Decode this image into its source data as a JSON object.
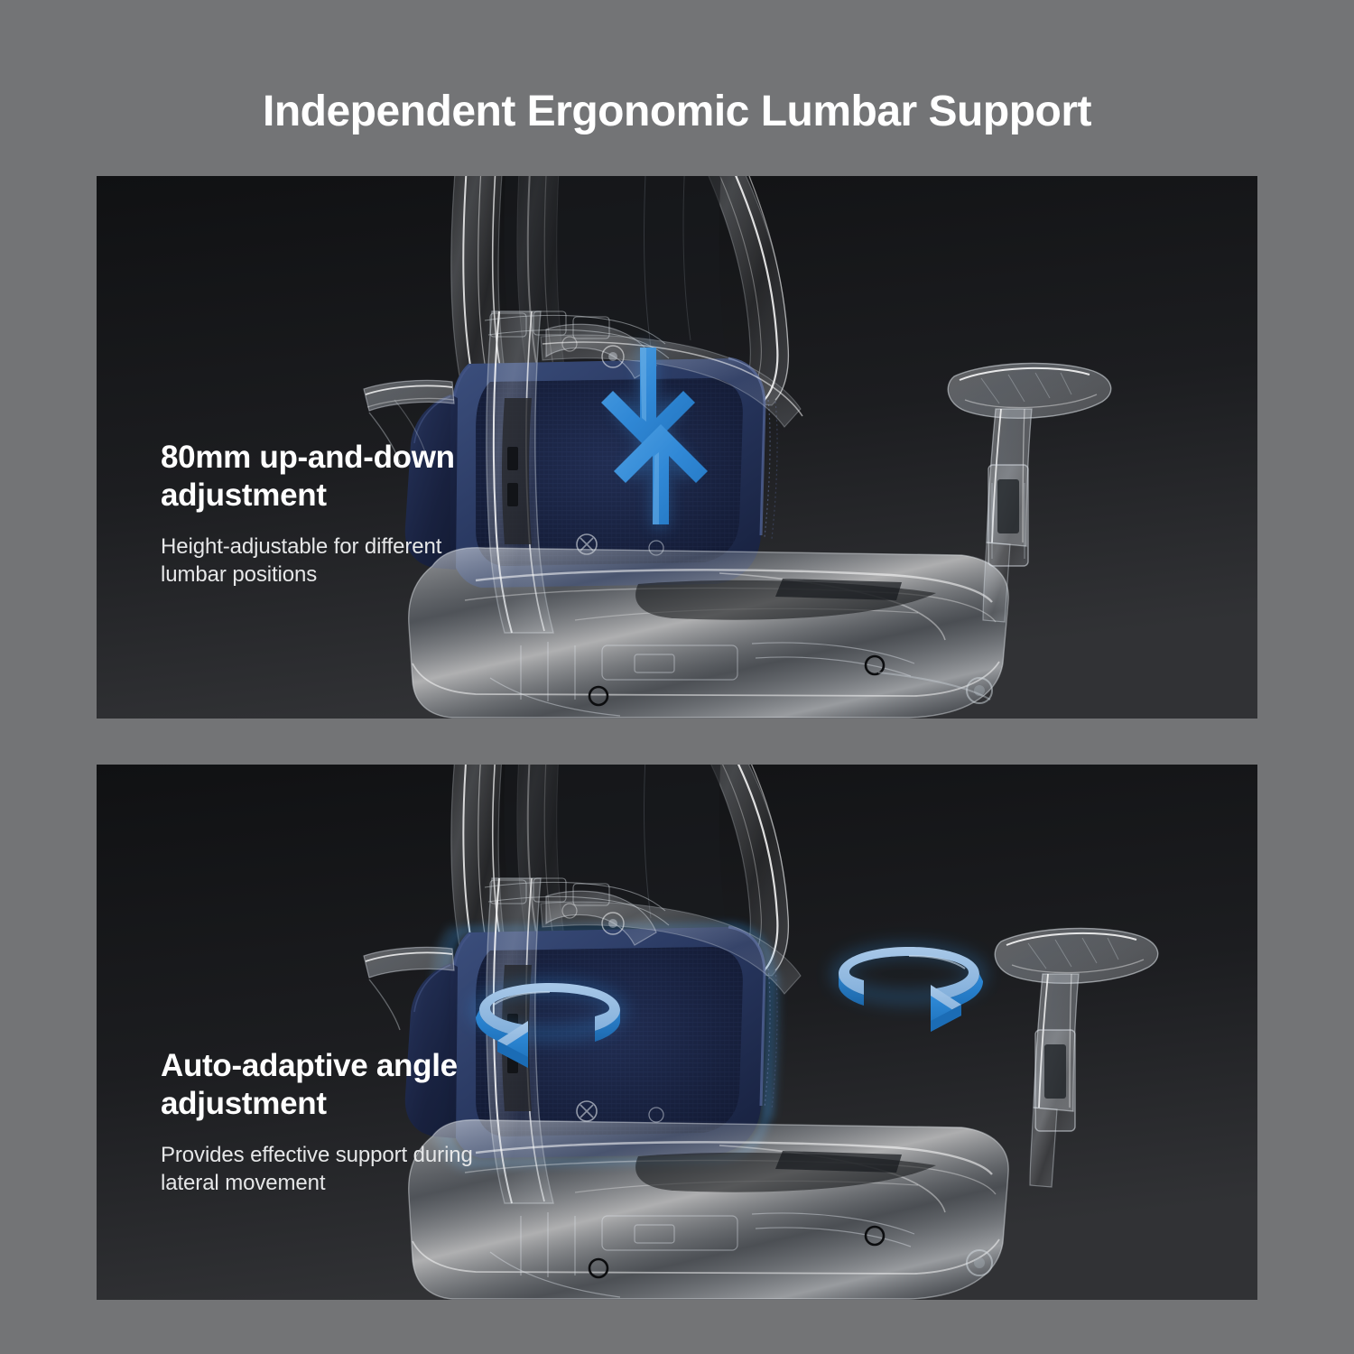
{
  "page": {
    "title": "Independent Ergonomic Lumbar Support",
    "background_color": "#737476",
    "panel_background_color": "#18191b",
    "accent_blue": "#2f8ad8",
    "accent_blue_light": "#8fb8e0",
    "lumbar_navy": "#1c2747"
  },
  "panels": [
    {
      "id": "panel-1",
      "heading": "80mm up-and-down adjustment",
      "subtitle": "Height-adjustable for different lumbar positions",
      "annotation_icons": [
        "arrow-down-icon",
        "arrow-up-icon"
      ],
      "annotation_meaning": "vertical up and down adjustment"
    },
    {
      "id": "panel-2",
      "heading": "Auto-adaptive angle adjustment",
      "subtitle": "Provides effective support during lateral movement",
      "annotation_icons": [
        "rotation-arrow-left-icon",
        "rotation-arrow-right-icon"
      ],
      "annotation_meaning": "lateral swivel rotation"
    }
  ]
}
